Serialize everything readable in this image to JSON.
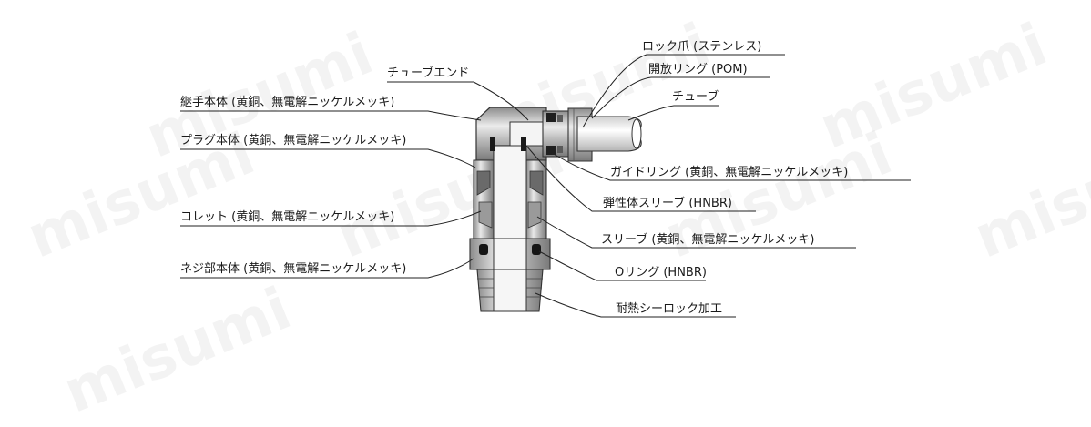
{
  "watermark": "misumi",
  "labels": {
    "lock_claw": "ロック爪 (ステンレス)",
    "release_ring": "開放リング (POM)",
    "tube": "チューブ",
    "tube_end": "チューブエンド",
    "joint_body": "継手本体 (黄銅、無電解ニッケルメッキ)",
    "plug_body": "プラグ本体 (黄銅、無電解ニッケルメッキ)",
    "guide_ring": "ガイドリング (黄銅、無電解ニッケルメッキ)",
    "elastic_sleeve": "弾性体スリーブ (HNBR)",
    "collet": "コレット (黄銅、無電解ニッケルメッキ)",
    "sleeve": "スリーブ (黄銅、無電解ニッケルメッキ)",
    "thread_body": "ネジ部本体 (黄銅、無電解ニッケルメッキ)",
    "o_ring": "Oリング (HNBR)",
    "heat_seal": "耐熱シーロック加工"
  }
}
